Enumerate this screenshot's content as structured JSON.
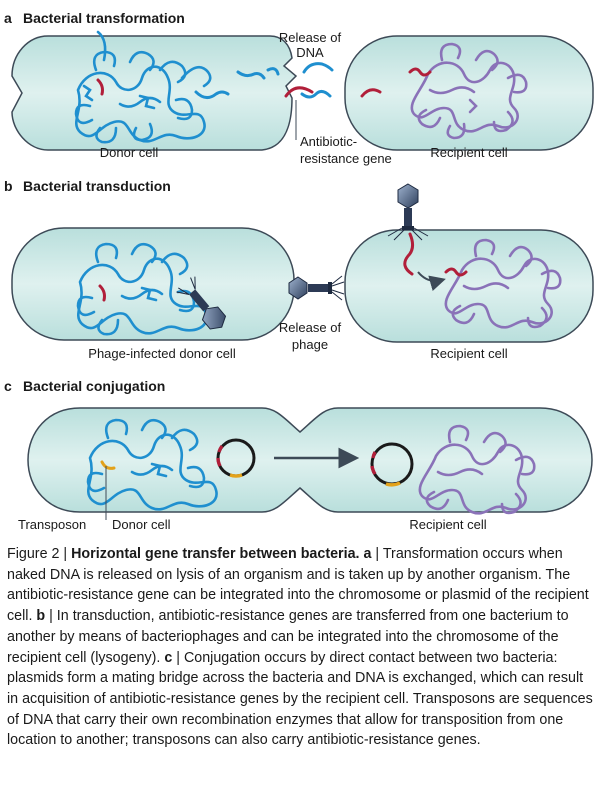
{
  "panels": {
    "a": {
      "letter": "a",
      "title": "Bacterial transformation",
      "donor_label": "Donor cell",
      "recipient_label": "Recipient cell",
      "release_line1": "Release of",
      "release_line2": "DNA",
      "gene_line1": "Antibiotic-",
      "gene_line2": "resistance gene"
    },
    "b": {
      "letter": "b",
      "title": "Bacterial transduction",
      "donor_label": "Phage-infected donor cell",
      "recipient_label": "Recipient cell",
      "release_line1": "Release of",
      "release_line2": "phage"
    },
    "c": {
      "letter": "c",
      "title": "Bacterial conjugation",
      "transposon_label": "Transposon",
      "donor_label": "Donor cell",
      "recipient_label": "Recipient cell"
    }
  },
  "caption": {
    "prefix": "Figure 2 | ",
    "title": "Horizontal gene transfer between bacteria.",
    "a_label": "a",
    "a_text": " | Transformation occurs when naked DNA is released on lysis of an organism and is taken up by another organism. The antibiotic-resistance gene can be integrated into the chromosome or plasmid of the recipient cell. ",
    "b_label": "b",
    "b_text": " | In transduction, antibiotic-resistance genes are transferred from one bacterium to another by means of bacteriophages and can be integrated into the chromosome of the recipient cell (lysogeny). ",
    "c_label": "c",
    "c_text": " | Conjugation occurs by direct contact between two bacteria: plasmids form a mating bridge across the bacteria and DNA is exchanged, which can result in acquisition of antibiotic-resistance genes by the recipient cell. Transposons are sequences of DNA that carry their own recombination enzymes that allow for transposition from one location to another; transposons can also carry antibiotic-resistance genes."
  },
  "colors": {
    "cell_fill": "#cde8e6",
    "cell_stroke": "#3d4a57",
    "donor_dna": "#1f8fcf",
    "recipient_dna": "#8a72b8",
    "resistance_gene": "#b11f3a",
    "transposon": "#e3a21a",
    "phage": "#3b4a63"
  }
}
